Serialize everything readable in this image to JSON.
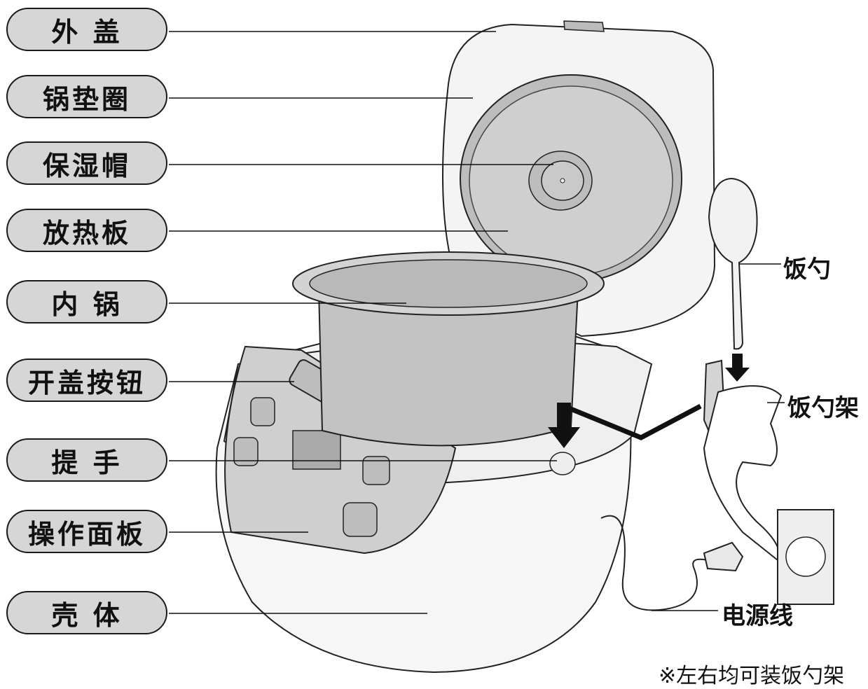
{
  "labels": {
    "outer_lid": "外 盖",
    "pot_gasket": "锅垫圈",
    "moisture_cap": "保湿帽",
    "heat_plate": "放热板",
    "inner_pot": "内 锅",
    "lid_button": "开盖按钮",
    "handle": "提 手",
    "control_panel": "操作面板",
    "body": "壳 体"
  },
  "side_labels": {
    "rice_spoon": "饭勺",
    "spoon_holder": "饭勺架",
    "power_cord": "电源线"
  },
  "footnote": "※左右均可装饭勺架",
  "colors": {
    "label_fill": "#d6d6d6",
    "outline": "#1a1a1a",
    "metal": "#c8c8c8"
  }
}
